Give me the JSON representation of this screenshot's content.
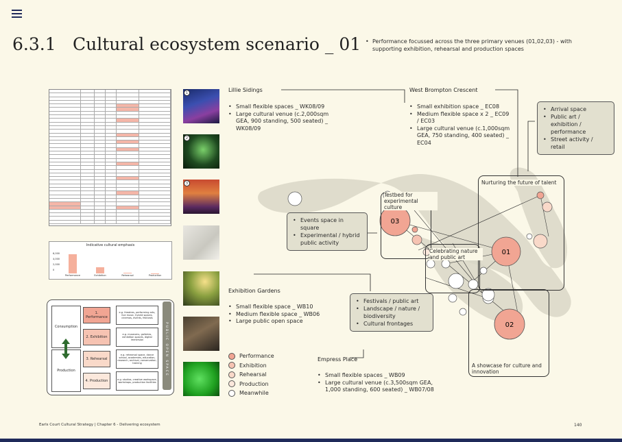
{
  "header": {
    "section_number": "6.3.1",
    "title": "Cultural ecosystem scenario _ 01",
    "intro": "Performance focussed across the three primary venues (01,02,03) - with supporting exhibition, rehearsal and production spaces"
  },
  "sites": {
    "lillie": {
      "name": "Lillie Sidings",
      "items": [
        "Small flexible spaces _ WK08/09",
        "Large cultural venue (c.2,000sqm GEA, 900 standing, 500 seated) _ WK08/09"
      ]
    },
    "westbrompton": {
      "name": "West Brompton Crescent",
      "items": [
        "Small exhibition space _ EC08",
        "Medium flexible space x 2 _ EC09 / EC03",
        "Large cultural venue (c.1,000sqm GEA, 750 standing, 400 seated) _ EC04"
      ]
    },
    "gardens": {
      "name": "Exhibition Gardens",
      "items": [
        "Small flexible space _ WB10",
        "Medium flexible space _ WB06",
        "Large public open space"
      ]
    },
    "empress": {
      "name": "Empress Place",
      "items": [
        "Small flexible spaces _ WB09",
        "Large cultural venue (c.3,500sqm GEA, 1,000 standing, 600 seated) _ WB07/08"
      ]
    }
  },
  "callouts": {
    "arrival": [
      "Arrival space",
      "Public art / exhibition / performance",
      "Street activity / retail"
    ],
    "events": [
      "Events space in square",
      "Experimental / hybrid public activity"
    ],
    "festivals": [
      "Festivals / public art",
      "Landscape / nature / biodiversity",
      "Cultural frontages"
    ]
  },
  "zones": {
    "testbed": "Testbed for experimental culture",
    "talent": "Nurturing the future of talent",
    "nature": "Celebrating nature and public art",
    "showcase": "A showcase for culture and innovation"
  },
  "venues": {
    "v01": "01",
    "v02": "02",
    "v03": "03"
  },
  "legend": [
    {
      "label": "Performance",
      "color": "#f1a593"
    },
    {
      "label": "Exhibition",
      "color": "#f6c3b2"
    },
    {
      "label": "Rehearsal",
      "color": "#f9d9c9"
    },
    {
      "label": "Production",
      "color": "#fbe8dc"
    },
    {
      "label": "Meanwhile",
      "color": "#ffffff"
    }
  ],
  "photos": {
    "n1": "1",
    "n2": "2",
    "n3": "3"
  },
  "mini_chart": {
    "title": "Indicative cultural emphasis",
    "categories": [
      "Performance",
      "Exhibition",
      "Rehearsal",
      "Production"
    ],
    "values": [
      6000,
      1900,
      300,
      100
    ],
    "y_ticks": [
      "6,000",
      "4,000",
      "2,000",
      "0"
    ]
  },
  "flow": {
    "consumption": "Consumption",
    "production": "Production",
    "stages": [
      "1. Performance",
      "2. Exhibition",
      "3. Rehearsal",
      "4. Production"
    ],
    "examples": [
      "e.g. theatres, performing arts, live music, hybrid spaces, cinemas, events, festivals",
      "e.g. museums, galleries, exhibition spaces, digital immersion",
      "e.g. rehearsal space, dance school, academies, education, research, archival, conservation, training",
      "e.g. studios, creative workspace, workshops, production facilities"
    ],
    "side_label": "PUBLIC OPEN SPACE"
  },
  "footer": {
    "text": "Earls Court Cultural Strategy | Chapter 6 - Delivering ecosystem",
    "page": "140"
  },
  "colors": {
    "accent": "#1f2a5a",
    "performance": "#f1a593",
    "callout_bg": "#e2e0cf"
  }
}
